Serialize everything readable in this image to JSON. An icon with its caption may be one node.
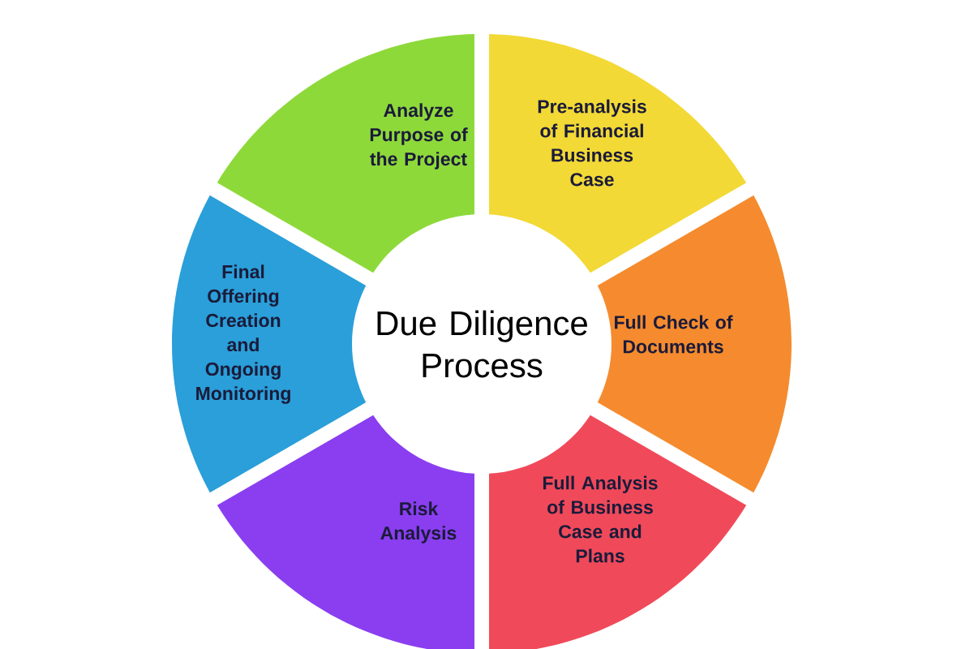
{
  "diagram": {
    "nodes": [
      {
        "text": [
          "Due Diligence Process"
        ]
      },
      {
        "text": [
          "Analyze Purpose of the Project"
        ]
      },
      {
        "text": [
          "Pre-analysis of Financial Business Case"
        ]
      },
      {
        "text": [
          "Final Offering Creation and Ongoing Monitoring"
        ]
      },
      {
        "text": [
          "Full Check of Documents"
        ]
      },
      {
        "text": [
          "Risk Analysis"
        ]
      },
      {
        "text": [
          "Full Analysis of Business Case and Plans"
        ]
      }
    ]
  }
}
